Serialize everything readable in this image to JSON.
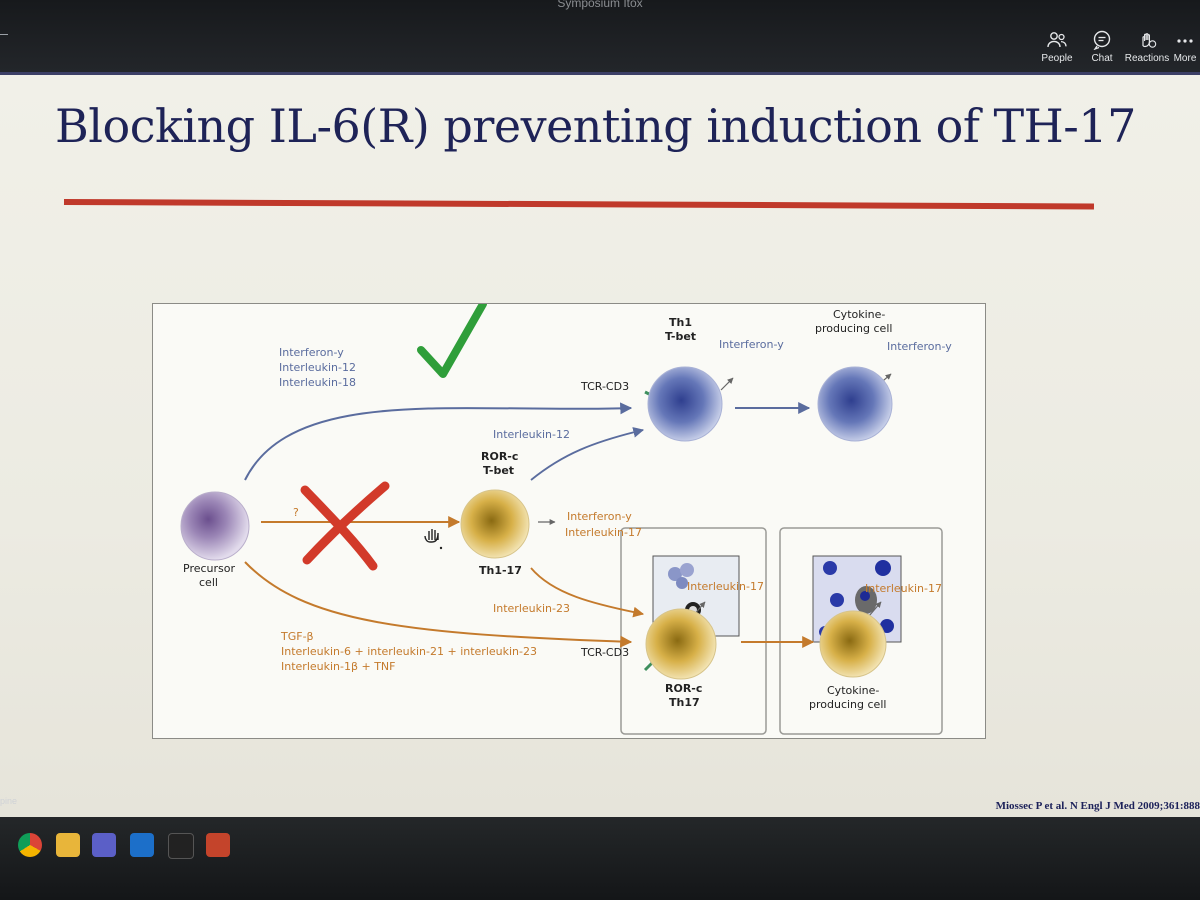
{
  "window": {
    "title": "Symposium Itox"
  },
  "toolbar": {
    "people_label": "People",
    "chat_label": "Chat",
    "reactions_label": "Reactions",
    "more_label": "More"
  },
  "slide": {
    "title": "Blocking IL-6(R) preventing induction of TH-17",
    "citation": "Miossec P et al. N Engl J Med 2009;361:888",
    "figure": {
      "precursor_label_1": "Precursor",
      "precursor_label_2": "cell",
      "th1_label": "Th1",
      "tbet_label": "T-bet",
      "cytokine_cell_top_1": "Cytokine-",
      "cytokine_cell_top_2": "producing cell",
      "interferon_y": "Interferon-y",
      "interleukin_12": "Interleukin-12",
      "interleukin_18": "Interleukin-18",
      "tcr_cd3": "TCR-CD3",
      "rorc_label": "ROR-c",
      "th1_17_label": "Th1-17",
      "question_mark": "?",
      "interleukin_17": "Interleukin-17",
      "interleukin_23": "Interleukin-23",
      "tgf_b": "TGF-β",
      "il6_21_23": "Interleukin-6 + interleukin-21 + interleukin-23",
      "il1b_tnf": "Interleukin-1β + TNF",
      "th17_label": "Th17",
      "cytokine_cell_bottom_1": "Cytokine-",
      "cytokine_cell_bottom_2": "producing cell"
    }
  },
  "side_snippet": "pine",
  "colors": {
    "title": "#1e2357",
    "rule": "#c0392b",
    "blue_path": "#5a6c9e",
    "orange_path": "#c47a2c",
    "check": "#2f9e3a",
    "cross": "#d23a2a"
  },
  "icons": [
    "people-icon",
    "chat-icon",
    "reactions-icon",
    "more-icon",
    "chrome-icon",
    "files-icon",
    "teams-icon",
    "outlook-icon",
    "acrobat-icon",
    "powerpoint-icon",
    "hand-cursor-icon"
  ]
}
